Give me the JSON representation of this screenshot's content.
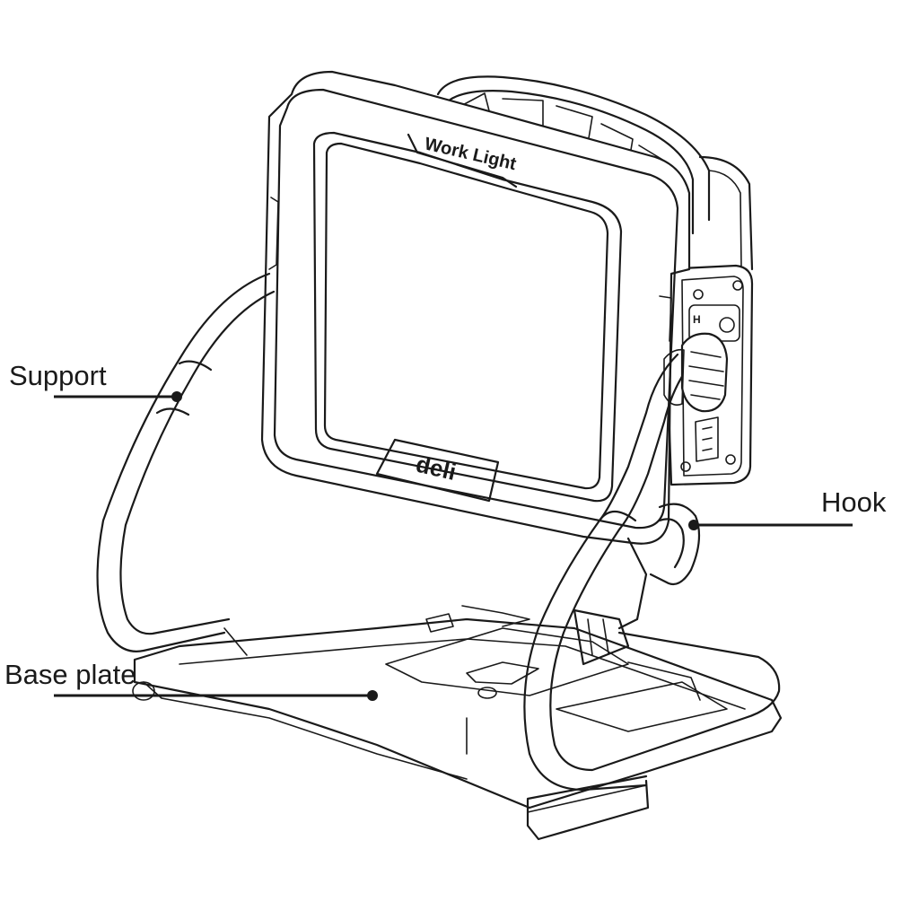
{
  "product": {
    "header_text": "Work Light",
    "logo_text": "deli"
  },
  "callouts": [
    {
      "id": "support",
      "label": "Support"
    },
    {
      "id": "hook",
      "label": "Hook"
    },
    {
      "id": "base-plate",
      "label": "Base plate"
    }
  ],
  "colors": {
    "line": "#1a1a1a",
    "background": "#ffffff"
  }
}
